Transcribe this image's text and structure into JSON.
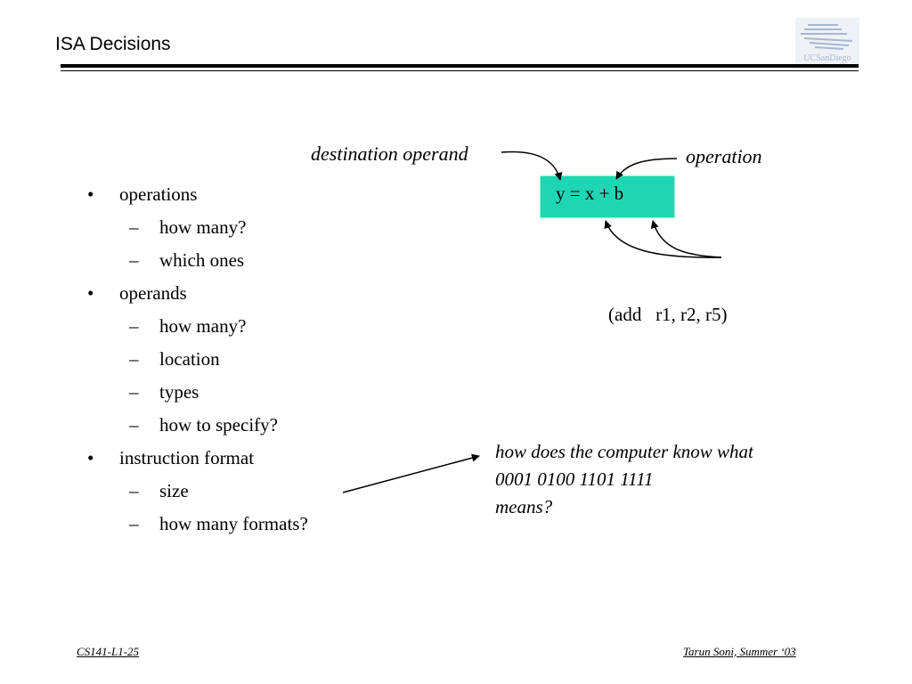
{
  "header": {
    "title": "ISA Decisions",
    "logo_text": "UCSanDiego"
  },
  "bullets": [
    {
      "level": 1,
      "marker": "•",
      "text": "operations"
    },
    {
      "level": 2,
      "marker": "–",
      "text": "how many?"
    },
    {
      "level": 2,
      "marker": "–",
      "text": "which ones"
    },
    {
      "level": 1,
      "marker": "•",
      "text": "operands"
    },
    {
      "level": 2,
      "marker": "–",
      "text": "how many?"
    },
    {
      "level": 2,
      "marker": "–",
      "text": "location"
    },
    {
      "level": 2,
      "marker": "–",
      "text": "types"
    },
    {
      "level": 2,
      "marker": "–",
      "text": "how to specify?"
    },
    {
      "level": 1,
      "marker": "•",
      "text": "instruction format"
    },
    {
      "level": 2,
      "marker": "–",
      "text": "size"
    },
    {
      "level": 2,
      "marker": "–",
      "text": "how many formats?"
    }
  ],
  "diagram": {
    "destination_label": "destination operand",
    "operation_label": "operation",
    "equation": "y = x + b",
    "assembly": "(add   r1, r2, r5)",
    "box_color": "#1fd6b4"
  },
  "question": {
    "line1": "how does the computer know what",
    "line2": "0001 0100 1101 1111",
    "line3": "means?"
  },
  "footer": {
    "left": "CS141-L1-25",
    "right": "Tarun Soni, Summer ‘03"
  }
}
